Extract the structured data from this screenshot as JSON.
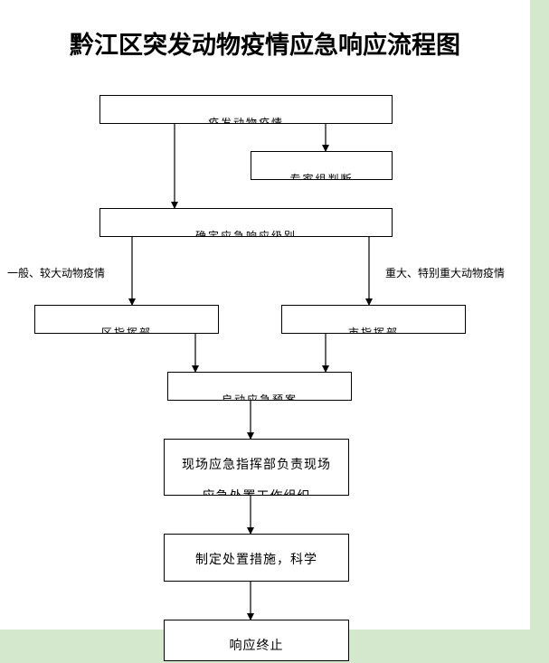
{
  "title": "黔江区突发动物疫情应急响应流程图",
  "nodes": {
    "report": "疫发动物疫情",
    "expert": "专家组判断",
    "level": "确定应急响应级别",
    "district": "区指挥部",
    "city": "市指挥部",
    "plan": "启动应急预案",
    "onsite_line1": "现场应急指挥部负责现场",
    "onsite_line2": "应急处置工作组织",
    "measures": "制定处置措施，科学",
    "end": "响应终止"
  },
  "branches": {
    "left": "一般、较大动物疫情",
    "right": "重大、特别重大动物疫情"
  }
}
